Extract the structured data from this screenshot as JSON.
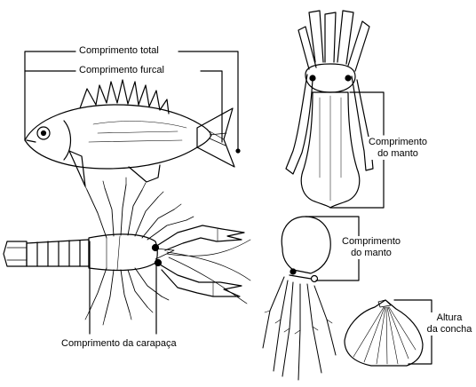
{
  "labels": {
    "fish_total_length": "Comprimento total",
    "fish_fork_length": "Comprimento furcal",
    "lobster_carapace_length": "Comprimento da carapaça",
    "squid_mantle_line1": "Comprimento",
    "squid_mantle_line2": "do manto",
    "octopus_mantle_line1": "Comprimento",
    "octopus_mantle_line2": "do manto",
    "shell_height_line1": "Altura",
    "shell_height_line2": "da concha"
  }
}
